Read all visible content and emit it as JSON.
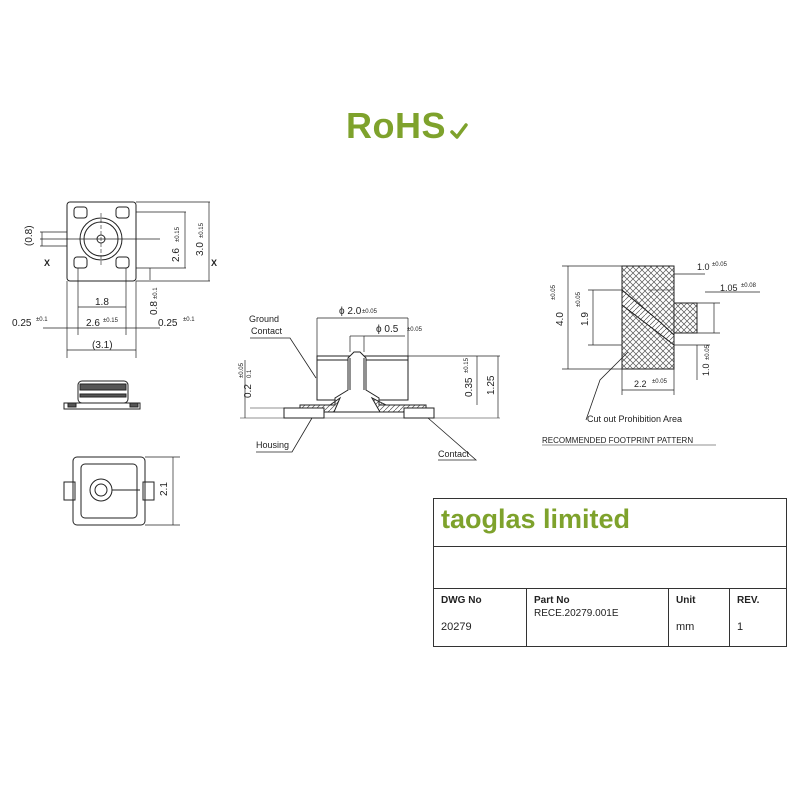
{
  "rohs": {
    "text": "RoHS",
    "color": "#7ea22c"
  },
  "connector_views": {
    "top_dims": [
      "(0.8)",
      "2.6",
      "±0.15",
      "3.0",
      "±0.15",
      "1.8",
      "0.8",
      "±0.1",
      "0.25",
      "±0.1",
      "2.6",
      "±0.15",
      "0.25",
      "±0.1",
      "(3.1)"
    ],
    "section_marks": [
      "X",
      "X"
    ],
    "bottom_dims": [
      "2.1"
    ]
  },
  "section_view": {
    "labels": {
      "ground_contact_1": "Ground",
      "ground_contact_2": "Contact",
      "housing": "Housing",
      "contact": "Contact"
    },
    "dims": [
      "2.0",
      "±0.05",
      "0.5",
      "±0.05",
      "0.2",
      "±0.05",
      "0.1",
      "0.35",
      "±0.15",
      "1.25"
    ]
  },
  "footprint": {
    "dims": [
      "1.0",
      "±0.05",
      "1.05",
      "±0.08",
      "4.0",
      "±0.05",
      "1.9",
      "±0.05",
      "1.0",
      "±0.05",
      "2.2",
      "±0.05"
    ],
    "cutout_label": "Cut out Prohibition Area",
    "title": "RECOMMENDED FOOTPRINT PATTERN"
  },
  "title_block": {
    "company": "taoglas limited",
    "dwg_no_label": "DWG No",
    "dwg_no": "20279",
    "part_no_label": "Part No",
    "part_no": "RECE.20279.001E",
    "unit_label": "Unit",
    "unit": "mm",
    "rev_label": "REV.",
    "rev": "1"
  }
}
